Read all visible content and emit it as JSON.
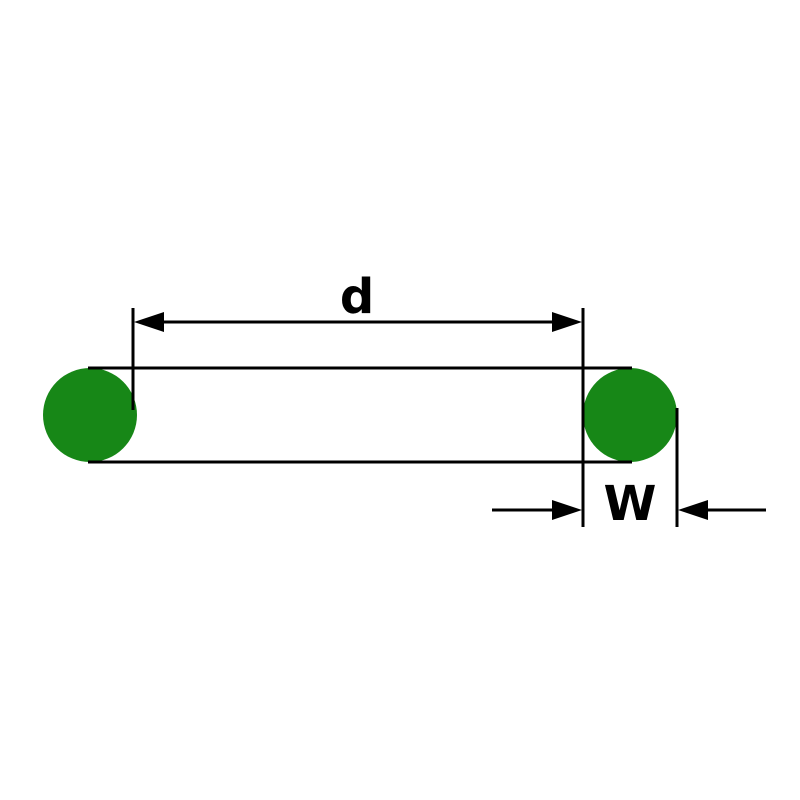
{
  "diagram": {
    "type": "o-ring-dimension-diagram",
    "labels": {
      "inner_diameter": "d",
      "cross_section_width": "W"
    },
    "colors": {
      "oring_fill": "#178717",
      "line": "#000000",
      "background": "#ffffff"
    }
  }
}
